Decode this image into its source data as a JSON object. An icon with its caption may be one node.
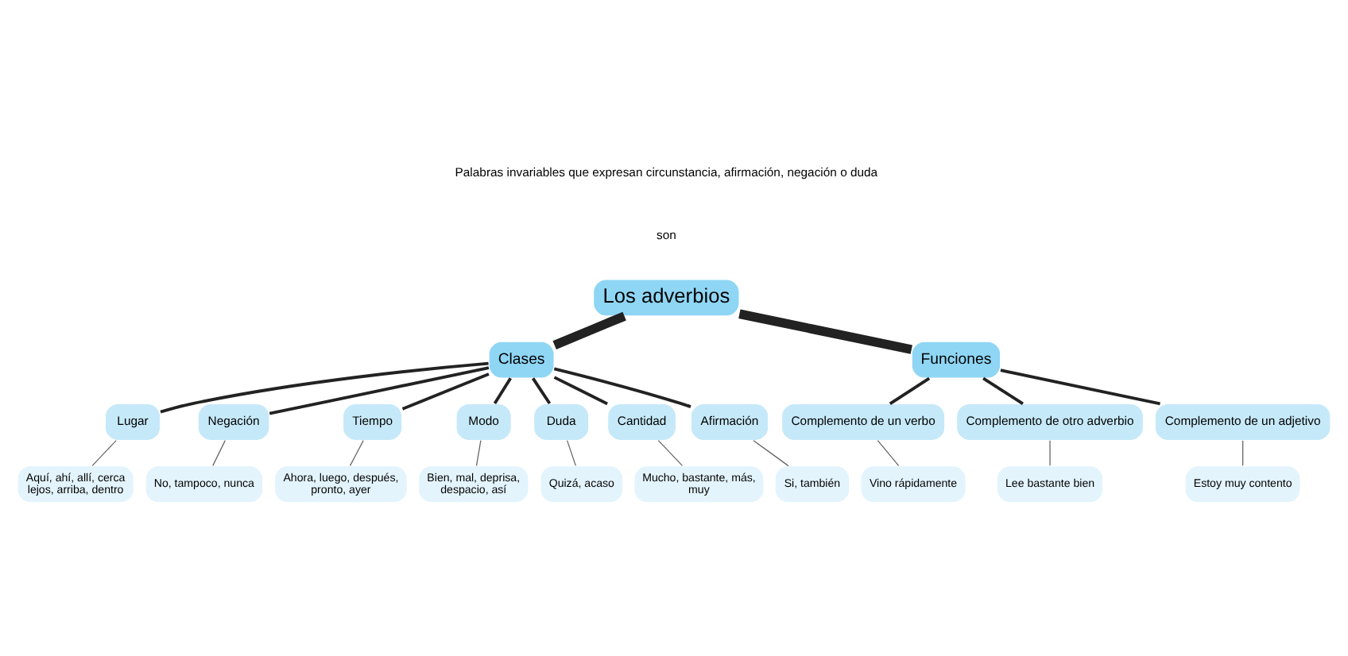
{
  "diagram": {
    "nodes": [
      {
        "text": [
          "Los adverbios"
        ]
      },
      {
        "text": [
          "Clases"
        ]
      },
      {
        "text": [
          "Funciones"
        ]
      },
      {
        "text": [
          "Lugar"
        ]
      },
      {
        "text": [
          "Aquí, ahí, allí, cerca lejos, arriba, dentro"
        ]
      },
      {
        "text": [
          "Negación"
        ]
      },
      {
        "text": [
          "No, tampoco, nunca"
        ]
      },
      {
        "text": [
          "Tiempo"
        ]
      },
      {
        "text": [
          "Ahora, luego, después, pronto, ayer"
        ]
      },
      {
        "text": [
          "Modo"
        ]
      },
      {
        "text": [
          "Bien, mal, deprisa, despacio, así"
        ]
      },
      {
        "text": [
          "Duda"
        ]
      },
      {
        "text": [
          "Quizá, acaso"
        ]
      },
      {
        "text": [
          "Cantidad"
        ]
      },
      {
        "text": [
          "Mucho, bastante, más, muy"
        ]
      },
      {
        "text": [
          "Afirmación"
        ]
      },
      {
        "text": [
          "Si, también"
        ]
      },
      {
        "text": [
          "Complemento de un verbo"
        ]
      },
      {
        "text": [
          "Vino rápidamente"
        ]
      },
      {
        "text": [
          "Complemento de otro adverbio"
        ]
      },
      {
        "text": [
          "Lee bastante bien"
        ]
      },
      {
        "text": [
          "Complemento de un adjetivo"
        ]
      },
      {
        "text": [
          "Estoy muy contento"
        ]
      }
    ],
    "edges": [
      {
        "from": 0,
        "to": 1,
        "arrow": "none",
        "style": "thick"
      },
      {
        "from": 0,
        "to": 2,
        "arrow": "none",
        "style": "thick"
      },
      {
        "from": 1,
        "to": 3,
        "arrow": "none"
      },
      {
        "from": 3,
        "to": 4,
        "arrow": "none",
        "color": "#666666"
      },
      {
        "from": 1,
        "to": 5,
        "arrow": "none"
      },
      {
        "from": 5,
        "to": 6,
        "arrow": "none",
        "color": "#666666"
      },
      {
        "from": 1,
        "to": 7,
        "arrow": "none"
      },
      {
        "from": 7,
        "to": 8,
        "arrow": "none",
        "color": "#666666"
      },
      {
        "from": 1,
        "to": 9,
        "arrow": "none"
      },
      {
        "from": 9,
        "to": 10,
        "arrow": "none",
        "color": "#666666"
      },
      {
        "from": 1,
        "to": 11,
        "arrow": "none"
      },
      {
        "from": 11,
        "to": 12,
        "arrow": "none",
        "color": "#666666"
      },
      {
        "from": 1,
        "to": 13,
        "arrow": "none"
      },
      {
        "from": 13,
        "to": 14,
        "arrow": "none",
        "color": "#666666"
      },
      {
        "from": 1,
        "to": 15,
        "arrow": "none"
      },
      {
        "from": 15,
        "to": 16,
        "arrow": "none",
        "color": "#666666"
      },
      {
        "from": 2,
        "to": 17,
        "arrow": "none"
      },
      {
        "from": 17,
        "to": 18,
        "arrow": "none",
        "color": "#666666"
      },
      {
        "from": 2,
        "to": 19,
        "arrow": "none"
      },
      {
        "from": 19,
        "to": 20,
        "arrow": "none",
        "color": "#666666"
      },
      {
        "from": 2,
        "to": 21,
        "arrow": "none"
      },
      {
        "from": 21,
        "to": 22,
        "arrow": "none",
        "color": "#666666"
      }
    ],
    "labels": [
      "Palabras invariables que expresan circunstancia, afirmación, negación o duda",
      "son"
    ]
  }
}
